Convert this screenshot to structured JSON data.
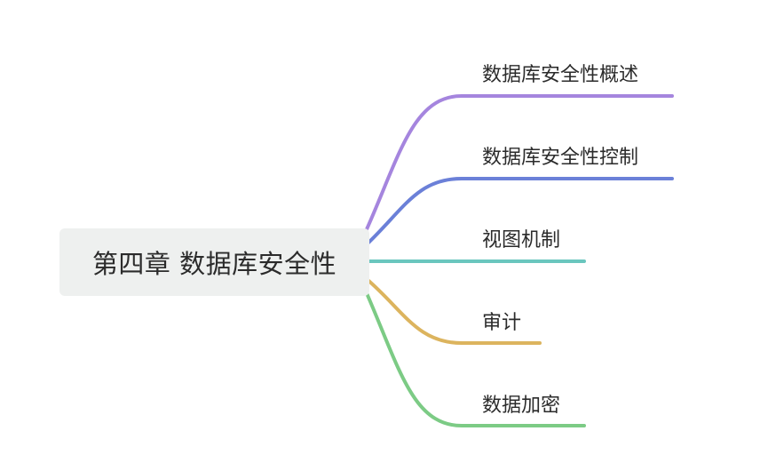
{
  "mindmap": {
    "root": {
      "label": "第四章 数据库安全性"
    },
    "branches": [
      {
        "id": "overview",
        "label": "数据库安全性概述",
        "color": "#a585de"
      },
      {
        "id": "control",
        "label": "数据库安全性控制",
        "color": "#6b80d8"
      },
      {
        "id": "views",
        "label": "视图机制",
        "color": "#6ac6be"
      },
      {
        "id": "audit",
        "label": "审计",
        "color": "#dcb45e"
      },
      {
        "id": "encryption",
        "label": "数据加密",
        "color": "#7ccb85"
      }
    ]
  }
}
